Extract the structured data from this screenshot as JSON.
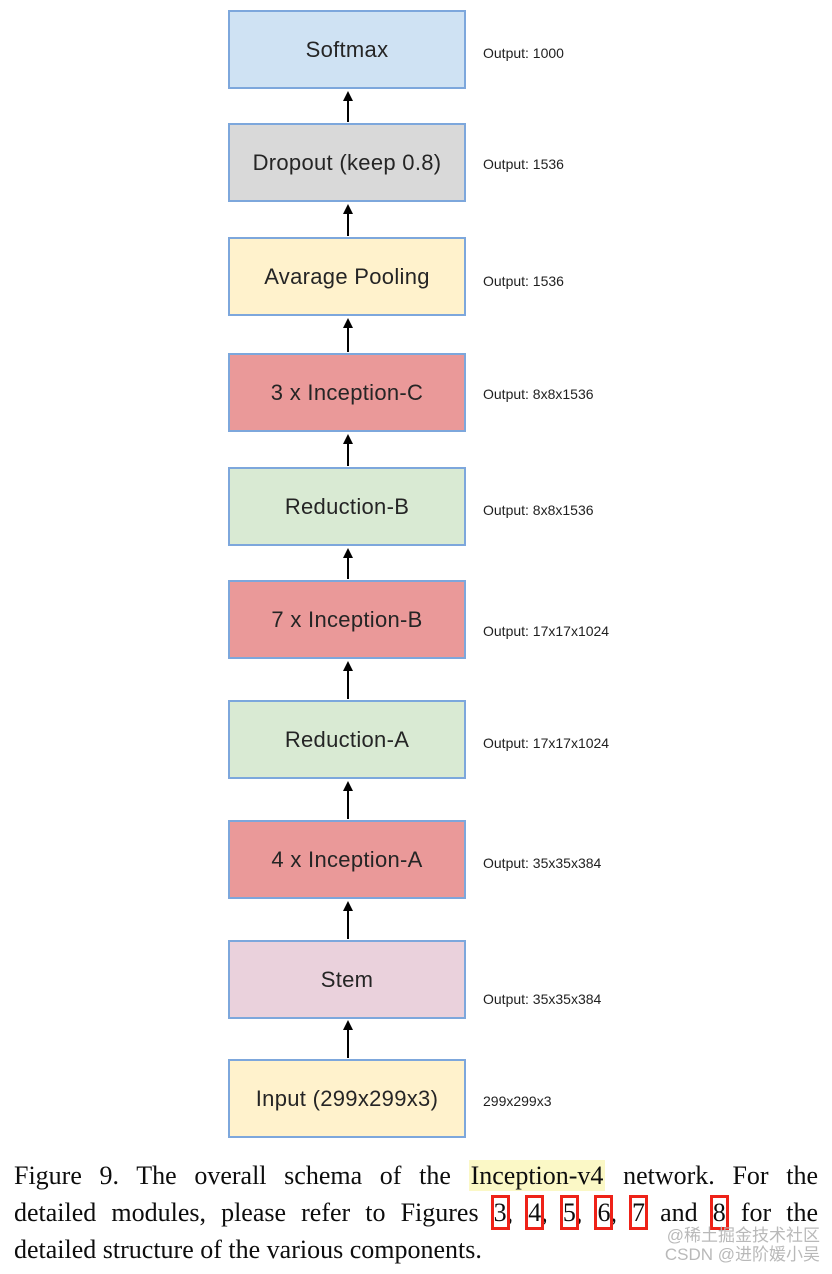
{
  "diagram": {
    "border_color": "#7da7dc",
    "arrow_color": "#000000",
    "stages": [
      {
        "label": "Softmax",
        "output": "Output: 1000",
        "fill": "#cfe2f3"
      },
      {
        "label": "Dropout (keep 0.8)",
        "output": "Output: 1536",
        "fill": "#d9d9d9"
      },
      {
        "label": "Avarage Pooling",
        "output": "Output: 1536",
        "fill": "#fff2cc"
      },
      {
        "label": "3 x Inception-C",
        "output": "Output: 8x8x1536",
        "fill": "#ea9999"
      },
      {
        "label": "Reduction-B",
        "output": "Output: 8x8x1536",
        "fill": "#d9ead3"
      },
      {
        "label": "7 x Inception-B",
        "output": "Output: 17x17x1024",
        "fill": "#ea9999"
      },
      {
        "label": "Reduction-A",
        "output": "Output: 17x17x1024",
        "fill": "#d9ead3"
      },
      {
        "label": "4 x Inception-A",
        "output": "Output: 35x35x384",
        "fill": "#ea9999"
      },
      {
        "label": "Stem",
        "output": "Output: 35x35x384",
        "fill": "#ead1dc"
      },
      {
        "label": "Input (299x299x3)",
        "output": "299x299x3",
        "fill": "#fff2cc"
      }
    ]
  },
  "caption": {
    "line1_pre": "Figure 9. The overall schema of the ",
    "highlight_text": "Inception-v4",
    "highlight_color": "#fbf8c6",
    "line1_post": " network. For the",
    "line2_pre": "detailed modules, please refer to Figures ",
    "ref3": "3",
    "ref4": "4",
    "ref5": "5",
    "ref6": "6",
    "ref7": "7",
    "ref8": "8",
    "sep": ", ",
    "and_word": " and ",
    "line2_post": " for the",
    "line3": "detailed structure of the various components.",
    "ref_box_color": "#ee2218"
  },
  "watermark": {
    "line1": "@稀土掘金技术社区",
    "line2": "CSDN @进阶媛小吴",
    "color": "#b9b9b9"
  }
}
